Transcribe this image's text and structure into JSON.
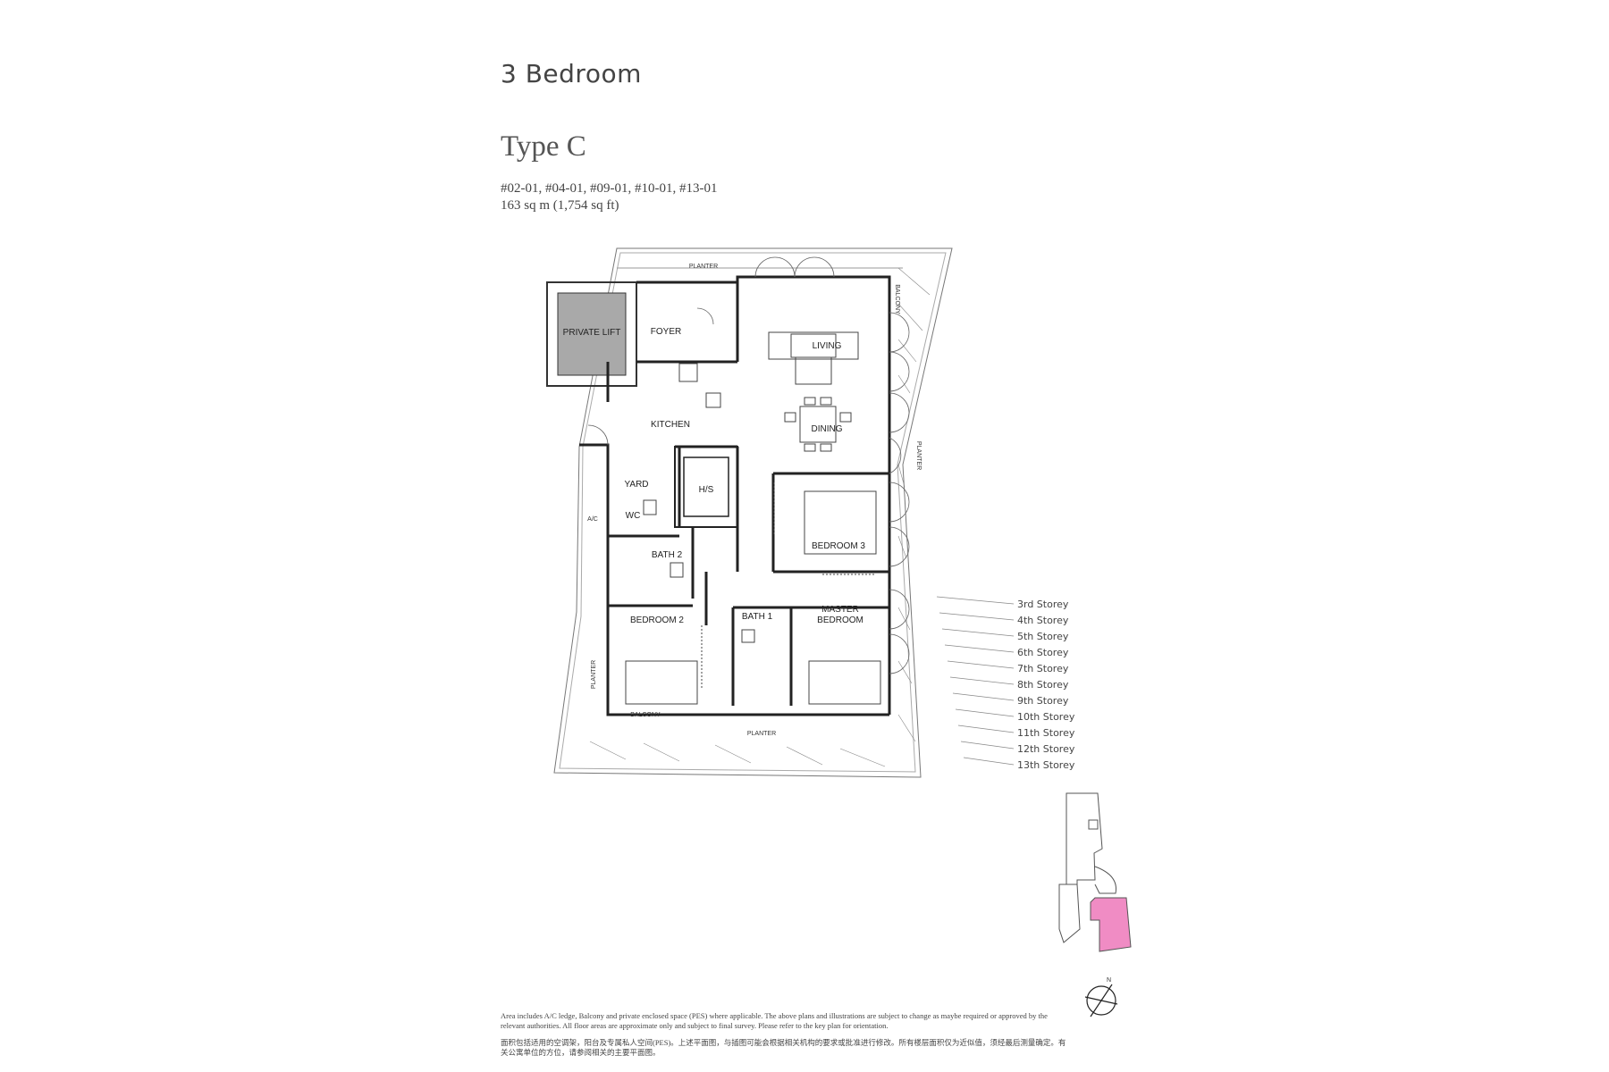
{
  "heading": "3 Bedroom",
  "type_title": "Type C",
  "units": "#02-01, #04-01, #09-01, #10-01, #13-01",
  "area": "163 sq m (1,754 sq ft)",
  "rooms": {
    "private_lift": "PRIVATE LIFT",
    "foyer": "FOYER",
    "living": "LIVING",
    "kitchen": "KITCHEN",
    "dining": "DINING",
    "yard": "YARD",
    "hs": "H/S",
    "wc": "WC",
    "ac": "A/C",
    "bath2": "BATH 2",
    "bedroom3": "BEDROOM 3",
    "bedroom2": "BEDROOM 2",
    "bath1": "BATH 1",
    "master_bedroom_line1": "MASTER",
    "master_bedroom_line2": "BEDROOM",
    "balcony_right": "BALCONY",
    "balcony_bottom": "BALCONY",
    "planter_top": "PLANTER",
    "planter_right": "PLANTER",
    "planter_left": "PLANTER",
    "planter_bottom": "PLANTER"
  },
  "storeys": [
    "3rd Storey",
    "4th Storey",
    "5th Storey",
    "6th Storey",
    "7th Storey",
    "8th Storey",
    "9th Storey",
    "10th Storey",
    "11th Storey",
    "12th Storey",
    "13th Storey"
  ],
  "north_label": "N",
  "key_plan_highlight_color": "#f08cc4",
  "lift_fill_color": "#a9a9a9",
  "note_en": "Area includes A/C ledge, Balcony and private enclosed space (PES) where applicable. The above plans and illustrations are subject to change as maybe required or approved by the relevant authorities. All floor areas are approximate only and subject to final survey. Please refer to the key plan for orientation.",
  "note_cn": "面积包括适用的空调架，阳台及专属私人空间(PES)。上述平面图，与插图可能会根据相关机构的要求或批准进行修改。所有楼层面积仅为近似值，须经最后测量确定。有关公寓单位的方位，请参阅相关的主要平面图。"
}
